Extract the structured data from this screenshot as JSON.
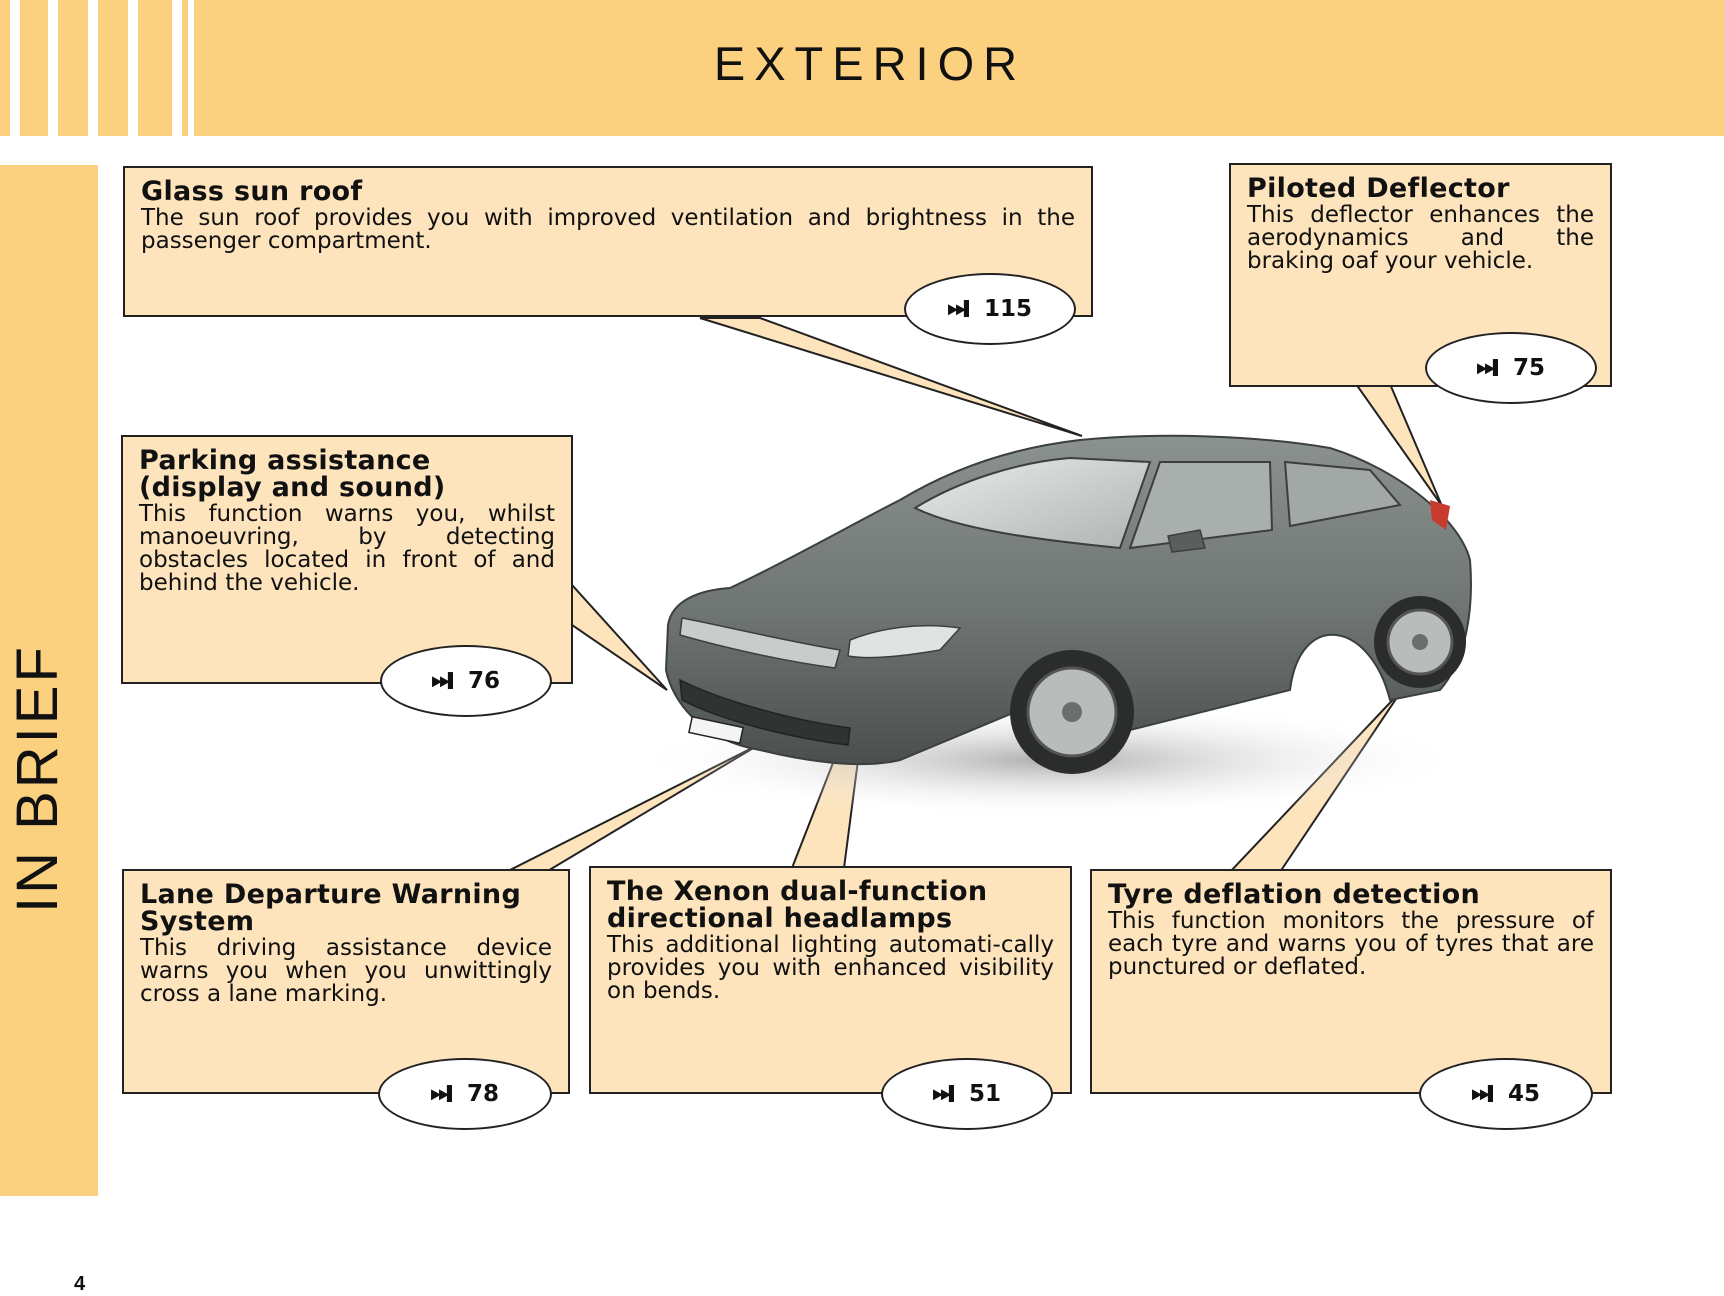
{
  "header": {
    "title": "EXTERIOR"
  },
  "sidebar": {
    "label": "IN BRIEF"
  },
  "page_number": "4",
  "arrow_glyph": "▶▶▌",
  "callouts": {
    "sunroof": {
      "heading": "Glass sun roof",
      "text": "The sun roof provides you with improved ventilation and brightness in the passenger compartment.",
      "ref": "115"
    },
    "deflector": {
      "heading": "Piloted Deflector",
      "text": "This deflector enhances the aerodynamics and the braking oaf your vehicle.",
      "ref": "75"
    },
    "parking": {
      "heading": "Parking assistance (display and sound)",
      "text": "This function warns you, whilst manoeuvring, by detecting obstacles located in front of and behind the vehicle.",
      "ref": "76"
    },
    "lane": {
      "heading": "Lane Departure Warning System",
      "text": "This driving assistance device warns you when you unwittingly cross a lane marking.",
      "ref": "78"
    },
    "xenon": {
      "heading": "The Xenon dual-function directional headlamps",
      "text": "This additional lighting automati-cally provides you with enhanced visibility on bends.",
      "ref": "51"
    },
    "tyre": {
      "heading": "Tyre deflation detection",
      "text": "This function monitors the pressure of each tyre and warns you of tyres that are punctured or deflated.",
      "ref": "45"
    }
  }
}
